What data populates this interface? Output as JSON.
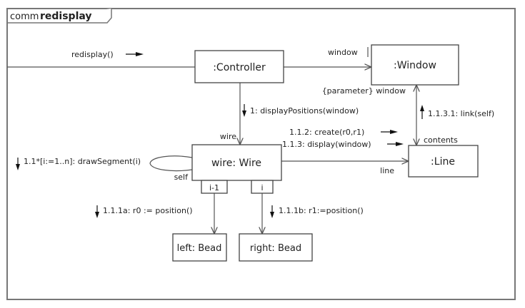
{
  "frame": {
    "kind_label": "comm",
    "name_label": "redisplay"
  },
  "objects": {
    "controller": ":Controller",
    "window": ":Window",
    "wire": "wire: Wire",
    "line": ":Line",
    "left_bead": "left: Bead",
    "right_bead": "right: Bead"
  },
  "qualifiers": {
    "left": "i-1",
    "right": "i"
  },
  "role_labels": {
    "window_end": "window",
    "parameter_window": "{parameter} window",
    "wire_end": "wire",
    "self_end": "self",
    "line_end": "line",
    "contents_end": "contents"
  },
  "messages": {
    "redisplay": "redisplay()",
    "display_positions": "1: displayPositions(window)",
    "draw_segment": "1.1*[i:=1..n]: drawSegment(i)",
    "position_left": "1.1.1a: r0 := position()",
    "position_right": "1.1.1b: r1:=position()",
    "create": "1.1.2: create(r0,r1)",
    "display": "1.1.3: display(window)",
    "link_self": "1.1.3.1: link(self)"
  }
}
